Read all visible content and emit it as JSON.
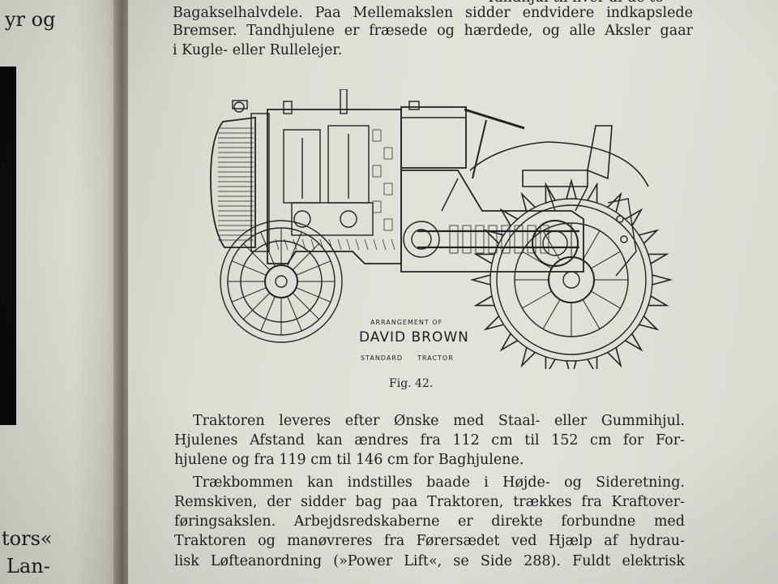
{
  "left_page": {
    "top_fragment": "yr  og",
    "bottom_fragments": [
      "tors«",
      "Lan-"
    ]
  },
  "text_top": [
    "Bagakselhalvdele. Paa Mellemakslen sidder endvidere indkapslede",
    "Bremser. Tandhjulene er fræsede og hærdede, og alle Aksler gaar",
    "i Kugle- eller Rullelejer."
  ],
  "text_top_partial": "Tandhjul til hver af de to",
  "figure": {
    "label_arrangement": "ARRANGEMENT  OF",
    "label_make": "DAVID BROWN",
    "label_standard": "STANDARD",
    "label_tractor": "TRACTOR",
    "caption": "Fig. 42."
  },
  "paragraphs": [
    [
      "Traktoren leveres efter Ønske med Staal- eller Gummihjul.",
      "Hjulenes Afstand kan ændres fra 112 cm til 152 cm for For-",
      "hjulene og fra 119 cm til 146 cm for Baghjulene."
    ],
    [
      "Trækbommen kan indstilles baade i Højde- og Sideretning.",
      "Remskiven, der sidder bag paa Traktoren, trækkes fra Kraftover-",
      "føringsakslen. Arbejdsredskaberne er direkte forbundne med",
      "Traktoren og manøvreres fra Førersædet ved Hjælp af hydrau-",
      "lisk Løfteanordning (»Power Lift«, se Side 288).  Fuldt elektrisk"
    ]
  ],
  "colors": {
    "paper": "#dfe0d8",
    "ink": "#1e1e1e",
    "photo_block": "#0b0b0b"
  }
}
